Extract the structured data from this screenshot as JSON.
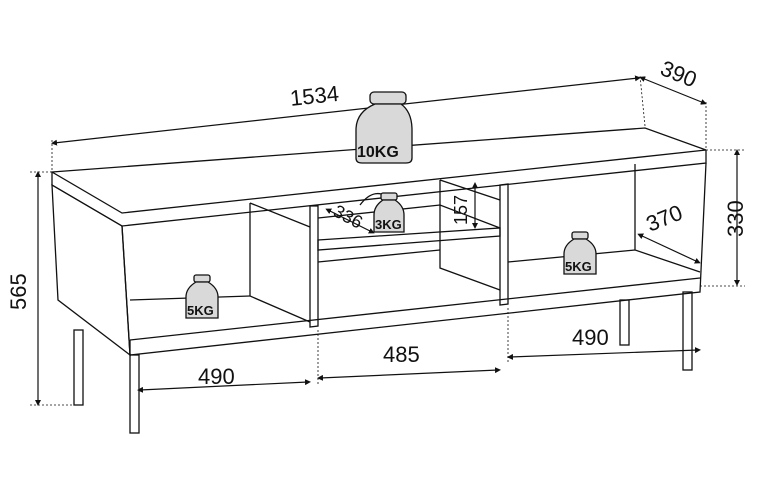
{
  "dimensions": {
    "width": "1534",
    "depth": "390",
    "total_height": "565",
    "body_height": "330",
    "side_depth": "370",
    "shelf_depth": "336",
    "shelf_height": "157",
    "left_width": "490",
    "middle_width": "485",
    "right_width": "490"
  },
  "loads": {
    "top": "10KG",
    "shelf": "3KG",
    "left": "5KG",
    "right": "5KG"
  }
}
